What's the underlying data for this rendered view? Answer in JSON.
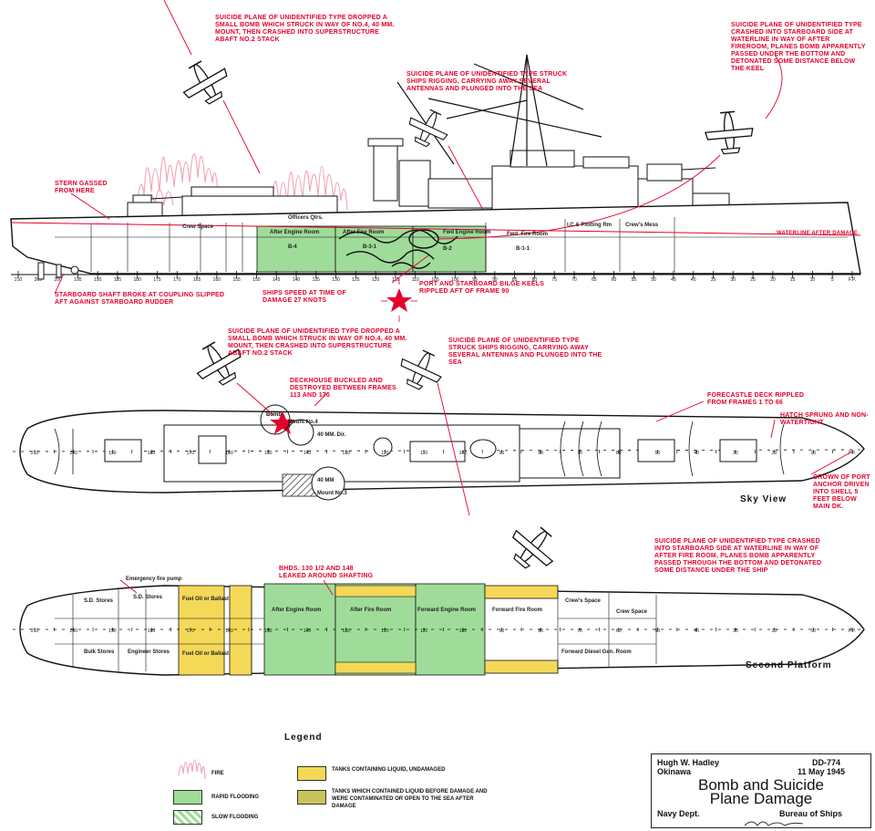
{
  "notes": {
    "top_left": "Suicide plane of unidentified type dropped a small bomb which struck in way of No.4, 40 mm. mount, then crashed into superstructure abaft No.2 stack",
    "top_mid": "Suicide plane of unidentified type struck ships rigging, carrying away several antennas and plunged into the sea",
    "top_right": "Suicide plane of unidentified type crashed into starboard side at waterline in way of after fireroom, planes bomb apparently passed under the bottom and detonated some distance below the keel",
    "stern": "Stern gassed from here",
    "shaft": "Starboard shaft broke at coupling slipped aft against starboard rudder",
    "speed": "Ships speed at time of damage 27 knots",
    "keels": "Port and starboard bilge keels rippled aft of frame 90",
    "sky_left": "Suicide plane of unidentified type dropped a small bomb which struck in way of No.4, 40 mm. mount, then crashed into superstructure abaft No.2 stack",
    "sky_mid": "Suicide plane of unidentified type struck ships rigging, carrying away several antennas and plunged into the sea",
    "deckhouse": "Deckhouse buckled and destroyed between frames 113 and 170",
    "forecastle": "Forecastle deck rippled from frames 1 to 66",
    "hatch": "Hatch sprung and non-watertight",
    "anchor": "Crown of port anchor driven into shell 5 feet below main dk.",
    "sp_right": "Suicide plane of unidentified type crashed into starboard side at waterline in way of after fire room, planes bomb apparently passed through the bottom and detonated some distance under the ship",
    "bhds": "Bhds. 130 1/2 and 148 leaked around shafting",
    "emergency": "Emergency fire pump",
    "waterline": "Waterline after damage"
  },
  "profile_labels": {
    "after_engine": "After Engine Room",
    "after_fire": "After Fire Room",
    "fwd_engine": "Fwd Engine Room",
    "fwd_fire": "Fwd. Fire Room",
    "officers": "Officers Qtrs.",
    "crew_space": "Crew Space",
    "crew_mess": "Crew's Mess",
    "plotting": "I.C.& Plotting Rm",
    "b4": "B-4",
    "b3": "B-3-1",
    "b2": "B-2",
    "b1": "B-1-1"
  },
  "sky_labels": {
    "bomb": "Bomb",
    "mount4": "Mount No.4",
    "mount3": "Mount No.3",
    "mm40": "40 MM",
    "dir": "40 MM. Dir."
  },
  "platform_labels": {
    "sd_stores1": "S.D. Stores",
    "sd_stores2": "S.D. Stores",
    "fuel1": "Fuel Oil or Ballast",
    "fuel2": "Fuel Oil or Ballast",
    "bulk": "Bulk Stores",
    "engineer": "Engineer Stores",
    "after_engine": "After Engine Room",
    "after_fire": "After Fire Room",
    "fwd_engine": "Forward Engine Room",
    "fwd_fire": "Forward Fire Room",
    "crew1": "Crew's Space",
    "crew2": "Crew Space",
    "diesel": "Forward Diesel Gen. Room"
  },
  "views": {
    "sky": "Sky View",
    "second": "Second Platform"
  },
  "legend": {
    "title": "Legend",
    "fire": "Fire",
    "rapid": "Rapid Flooding",
    "slow": "Slow Flooding",
    "tanks_undamaged": "Tanks containing liquid, undamaged",
    "tanks_contaminated": "Tanks which contained liquid before damage and were contaminated or open to the sea after damage"
  },
  "title_block": {
    "ship": "Hugh W. Hadley",
    "hull": "DD-774",
    "place": "Okinawa",
    "date": "11 May 1945",
    "line1": "Bomb and Suicide",
    "line2": "Plane Damage",
    "dept": "Navy Dept.",
    "bureau": "Bureau of Ships"
  },
  "colors": {
    "flood": "#9fdc9a",
    "tank": "#f4d858",
    "fire": "#f3a8b6",
    "annotation": "#e4002b"
  },
  "frame_numbers": [
    "210",
    "205",
    "200",
    "195",
    "190",
    "185",
    "180",
    "175",
    "170",
    "165",
    "160",
    "155",
    "150",
    "145",
    "140",
    "135",
    "130",
    "125",
    "120",
    "115",
    "110",
    "105",
    "100",
    "95",
    "90",
    "85",
    "80",
    "75",
    "70",
    "65",
    "60",
    "55",
    "50",
    "45",
    "40",
    "35",
    "30",
    "25",
    "20",
    "15",
    "10",
    "5",
    "F.P."
  ]
}
